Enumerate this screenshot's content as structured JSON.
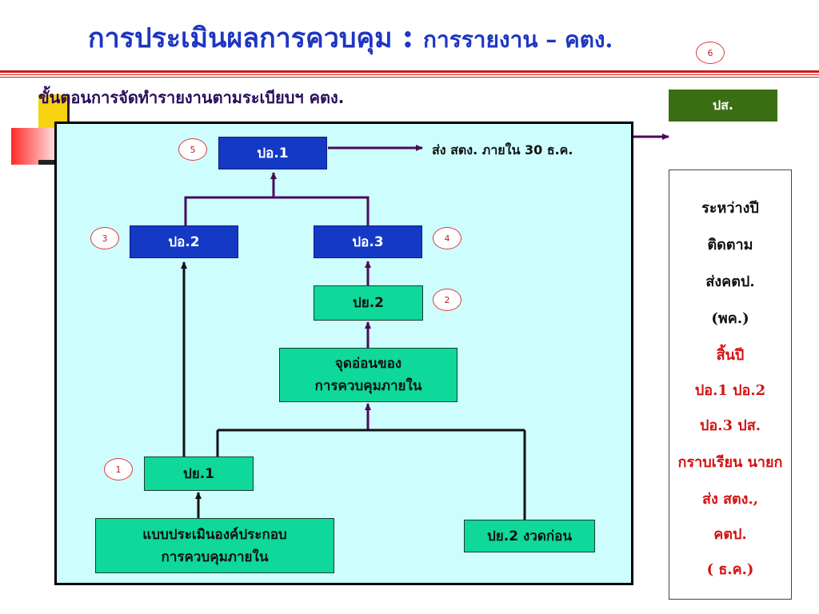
{
  "title": {
    "main": "การประเมินผลการควบคุม",
    "colon": ":",
    "sub": "การรายงาน – คตง."
  },
  "subtitle": "ขั้นตอนการจัดทำรายงานตามระเบียบฯ คตง.",
  "ps_box": "ปส.",
  "badges": {
    "b1": "1",
    "b2": "2",
    "b3": "3",
    "b4": "4",
    "b5": "5",
    "b6": "6"
  },
  "nodes": {
    "po1": "ปอ.1",
    "po2": "ปอ.2",
    "po3": "ปอ.3",
    "py2": "ปย.2",
    "weakness": [
      "จุดอ่อนของ",
      "การควบคุมภายใน"
    ],
    "py1": "ปย.1",
    "assessment": [
      "แบบประเมินองค์ประกอบ",
      "การควบคุมภายใน"
    ],
    "py2_prev": "ปย.2 งวดก่อน"
  },
  "note": "ส่ง สตง. ภายใน 30 ธ.ค.",
  "sidebar": [
    "ระหว่างปี",
    "ติดตาม",
    "ส่งคตป.",
    "(พค.)",
    "สิ้นปี",
    "ปอ.1 ปอ.2",
    "ปอ.3  ปส.",
    "กราบเรียน นายก",
    "ส่ง สตง.,",
    "คตป.",
    "( ธ.ค.)"
  ],
  "colors": {
    "title": "#1f36c2",
    "blue_box": "#1439c4",
    "green_box": "#0ed89a",
    "panel": "#cdfdfd",
    "arrow": "#4a0a5a",
    "accent_red": "#d41212",
    "ps_green": "#3a6e12"
  }
}
